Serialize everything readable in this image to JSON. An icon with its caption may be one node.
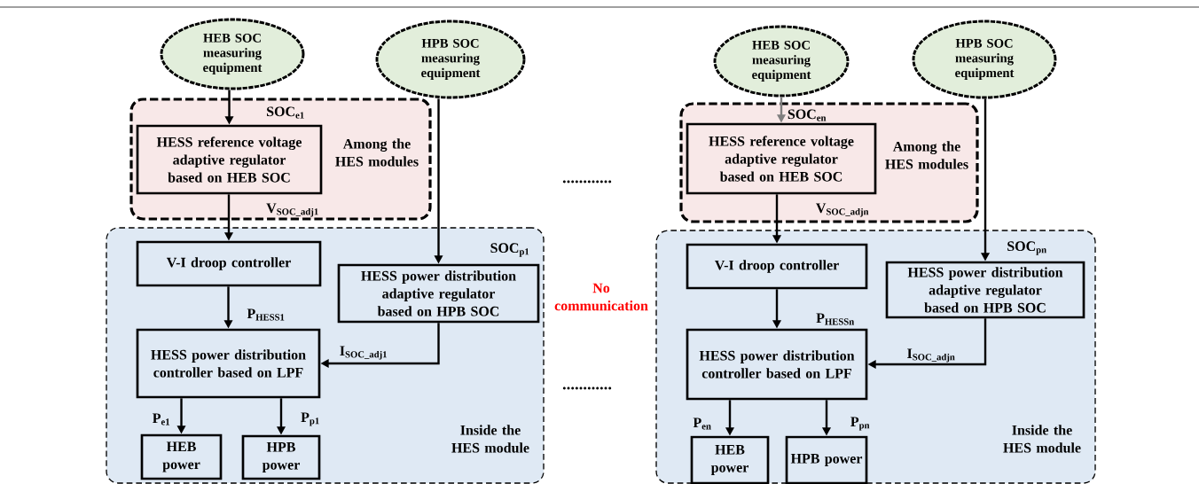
{
  "diagram": {
    "nodes": [
      {
        "text": [
          "HEB SOC measuring equipment"
        ]
      },
      {
        "text": [
          "HPB SOC measuring equipment"
        ]
      },
      {
        "text": [
          "Among the HES modules"
        ]
      },
      {
        "text": [
          "HESS reference voltage adaptive regulator based on HEB SOC"
        ],
        "in": 2
      },
      {
        "text": [
          "Inside the HES module"
        ]
      },
      {
        "text": [
          "V-I droop controller"
        ],
        "in": 4
      },
      {
        "text": [
          "HESS power distribution adaptive regulator based on HPB SOC"
        ],
        "in": 4
      },
      {
        "text": [
          "HESS power distribution controller based on LPF"
        ],
        "in": 4
      },
      {
        "text": [
          "HEB power"
        ],
        "in": 4
      },
      {
        "text": [
          "HPB power"
        ],
        "in": 4
      },
      {
        "text": [
          "HEB SOC measuring equipment"
        ]
      },
      {
        "text": [
          "HPB SOC measuring equipment"
        ]
      },
      {
        "text": [
          "Among the HES modules"
        ]
      },
      {
        "text": [
          "HESS reference voltage adaptive regulator based on HEB SOC"
        ],
        "in": 12
      },
      {
        "text": [
          "Inside the HES module"
        ]
      },
      {
        "text": [
          "V-I droop controller"
        ],
        "in": 14
      },
      {
        "text": [
          "HESS power distribution adaptive regulator based on HPB SOC"
        ],
        "in": 14
      },
      {
        "text": [
          "HESS power distribution controller based on LPF"
        ],
        "in": 14
      },
      {
        "text": [
          "HEB power"
        ],
        "in": 14
      },
      {
        "text": [
          "HPB power"
        ],
        "in": 14
      }
    ],
    "edges": [
      {
        "from": 0,
        "to": 3,
        "arrow": "to",
        "label": "SOC$_{e1}$"
      },
      {
        "from": 3,
        "to": 5,
        "arrow": "to",
        "label": "V$_{SOC_adj1}$"
      },
      {
        "from": 1,
        "to": 6,
        "arrow": "to",
        "label": "SOC$_{p1}$"
      },
      {
        "from": 5,
        "to": 7,
        "arrow": "to",
        "label": "P$_{HESS1}$"
      },
      {
        "from": 6,
        "to": 7,
        "arrow": "to",
        "label": "I$_{SOC_adj1}$"
      },
      {
        "from": 7,
        "to": 8,
        "arrow": "to",
        "label": "P$_{e1}$"
      },
      {
        "from": 7,
        "to": 9,
        "arrow": "to",
        "label": "P$_{p1}$"
      },
      {
        "from": 10,
        "to": 13,
        "arrow": "to",
        "label": "SOC$_{en}$",
        "color": "#7f7f7f"
      },
      {
        "from": 13,
        "to": 15,
        "arrow": "to",
        "label": "V$_{SOC_adjn}$"
      },
      {
        "from": 11,
        "to": 16,
        "arrow": "to",
        "label": "SOC$_{pn}$"
      },
      {
        "from": 15,
        "to": 17,
        "arrow": "to",
        "label": "P$_{HESSn}$"
      },
      {
        "from": 16,
        "to": 17,
        "arrow": "to",
        "label": "I$_{SOC_adjn}$"
      },
      {
        "from": 17,
        "to": 18,
        "arrow": "to",
        "label": "P$_{en}$"
      },
      {
        "from": 17,
        "to": 19,
        "arrow": "to",
        "label": "P$_{pn}$"
      }
    ],
    "labels": [
      "............",
      "No communication",
      "............"
    ]
  }
}
